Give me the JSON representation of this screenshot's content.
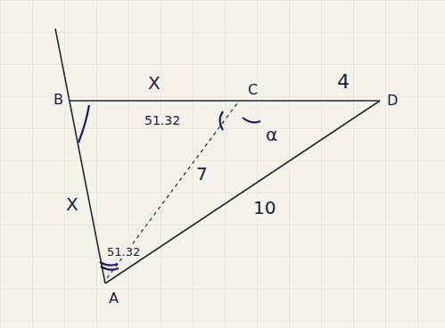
{
  "diagram": {
    "labels": [
      "B",
      "X",
      "C",
      "4",
      "D",
      "51.32",
      "α",
      "7",
      "X",
      "10",
      "51.32",
      "A"
    ]
  }
}
